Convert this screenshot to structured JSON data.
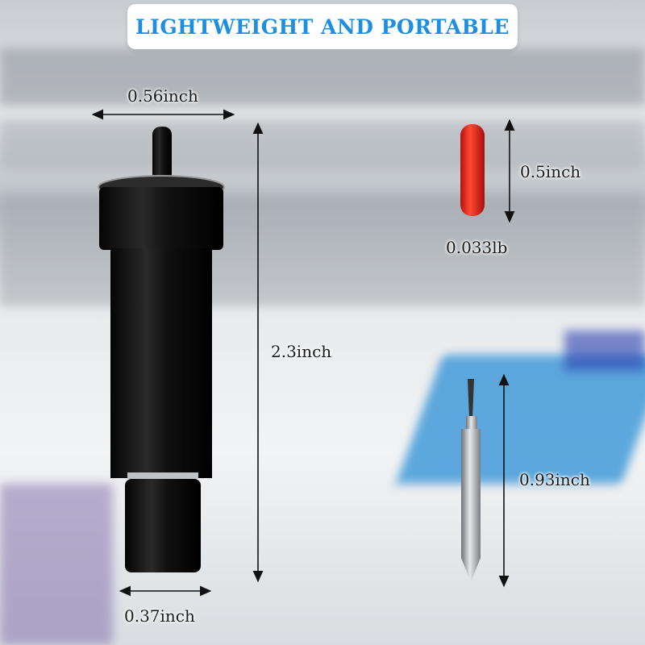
{
  "title": "LIGHTWEIGHT AND PORTABLE",
  "dimensions": {
    "housing_width": "0.56inch",
    "housing_height": "2.3inch",
    "housing_base_width": "0.37inch",
    "cap_height": "0.5inch",
    "cap_weight": "0.033lb",
    "blade_length": "0.93inch"
  },
  "colors": {
    "title": "#1e8fe0",
    "housing": "#151515",
    "cap": "#e8271f",
    "blade": "#b8bcc0"
  }
}
